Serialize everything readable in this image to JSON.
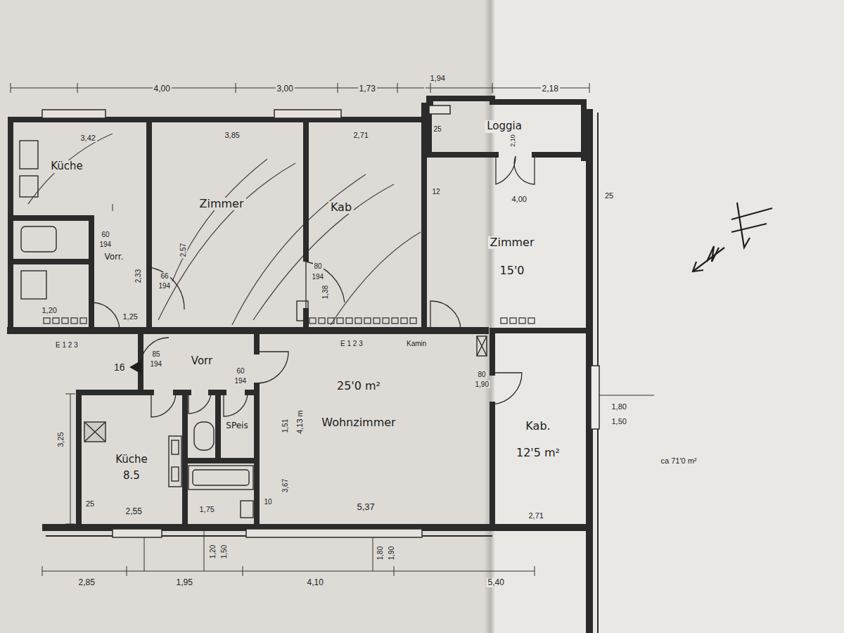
{
  "diagram": {
    "nodes": [
      {
        "text": [
          "Küche"
        ]
      },
      {
        "text": [
          "Zimmer"
        ]
      },
      {
        "text": [
          "Kab"
        ]
      },
      {
        "text": [
          "Loggia"
        ]
      },
      {
        "text": [
          "Zimmer",
          "15'0"
        ]
      },
      {
        "text": [
          "Vorr."
        ]
      },
      {
        "text": [
          "Vorr"
        ]
      },
      {
        "text": [
          "Wohnzimmer",
          "25'0 m²"
        ]
      },
      {
        "text": [
          "Kab.",
          "12'5 m²"
        ]
      },
      {
        "text": [
          "Küche",
          "8.5"
        ]
      },
      {
        "text": [
          "SPeis"
        ]
      }
    ],
    "labels": [
      "4,00",
      "3,00",
      "1,73",
      "1,94",
      "2,18",
      "3,42",
      "3,85",
      "2,71",
      "25",
      "12",
      "2,10",
      "4,00",
      "25",
      "60",
      "194",
      "2,33",
      "66",
      "194",
      "2,57",
      "80",
      "194",
      "1,38",
      "1,20",
      "1,25",
      "E 1 2 3",
      "E 1 2 3",
      "Kamin",
      "16",
      "85",
      "194",
      "60",
      "194",
      "80",
      "1,90",
      "3,25",
      "25",
      "2,55",
      "1,75",
      "1,51",
      "4,13 m",
      "3,67",
      "10",
      "5,37",
      "2,71",
      "1,80",
      "1,50",
      "1,20",
      "1,50",
      "1,80",
      "1,90",
      "2,85",
      "1,95",
      "4,10",
      "5,40",
      "ca 71'0 m²"
    ]
  }
}
